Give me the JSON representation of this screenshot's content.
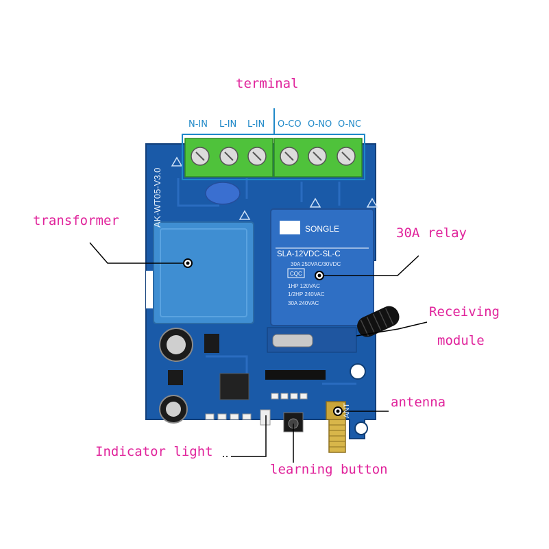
{
  "callouts": {
    "terminal": "terminal",
    "transformer": "transformer",
    "relay": "30A relay",
    "receiving": "Receiving",
    "module": "module",
    "antenna": "antenna",
    "indicator": "Indicator light",
    "learning": "learning button"
  },
  "terminals": [
    "N-IN",
    "L-IN",
    "L-IN",
    "O-CO",
    "O-NO",
    "O-NC"
  ],
  "board": {
    "model": "AK-WT05-V3.0",
    "ant": "ANT"
  },
  "relay": {
    "brand": "SONGLE",
    "model": "SLA-12VDC-SL-C",
    "rating_1": "30A 250VAC/30VDC",
    "rating_2": "1HP 120VAC",
    "rating_3": "1/2HP 240VAC",
    "rating_4": "30A 240VAC",
    "cqc": "CQC"
  },
  "colors": {
    "callout": "#e0239b",
    "terminal_label": "#1e88c8",
    "pcb": "#1a5aa8",
    "terminal_block": "#4fc23b",
    "transformer": "#3f8ed2",
    "relay": "#2f6fc4",
    "leader": "#000000"
  }
}
